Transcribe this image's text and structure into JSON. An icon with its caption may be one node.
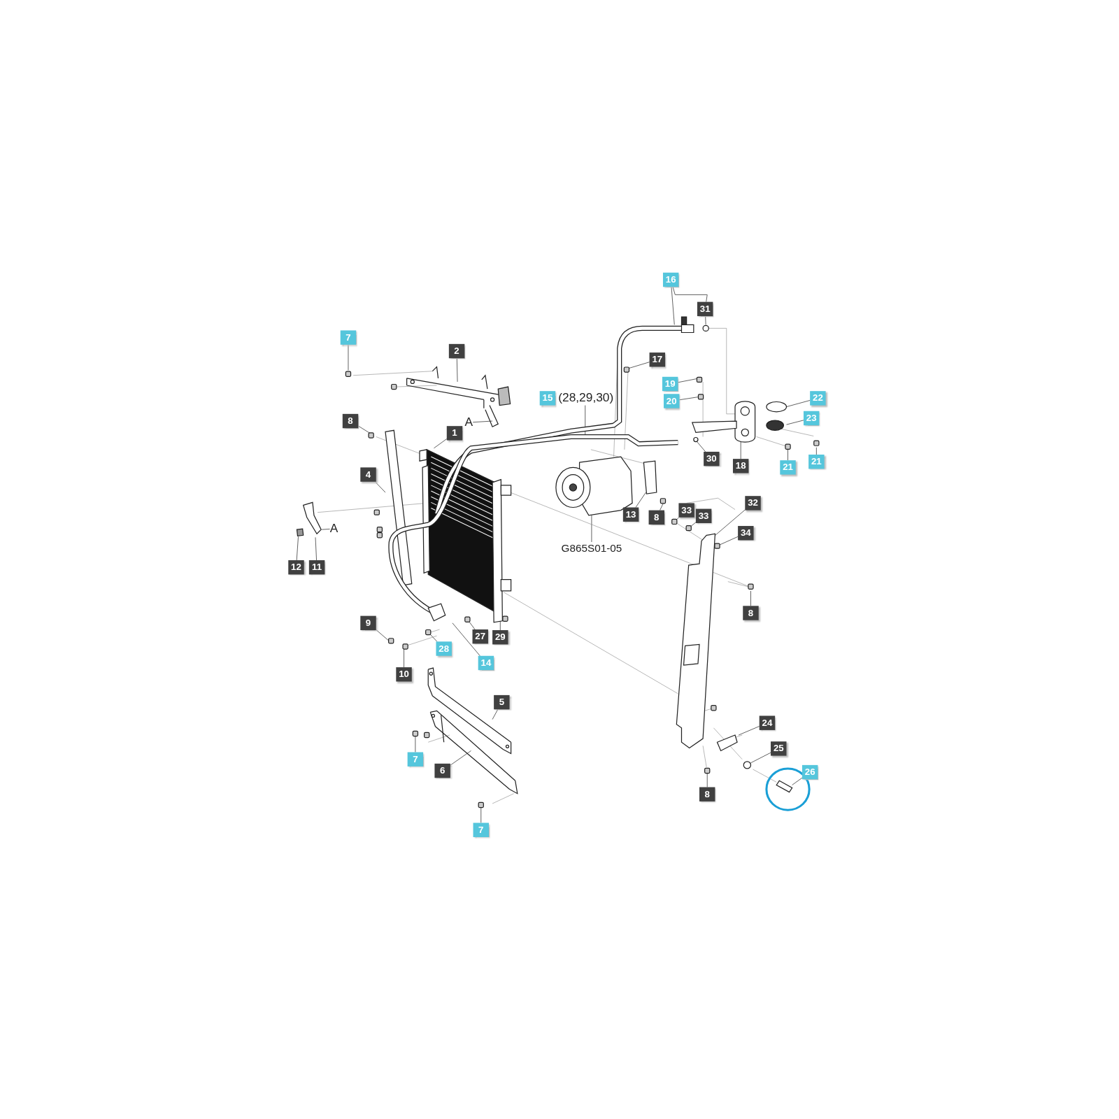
{
  "diagram": {
    "nodes": [
      {
        "text": [
          "16"
        ]
      },
      {
        "text": [
          "31"
        ]
      },
      {
        "text": [
          "7"
        ]
      },
      {
        "text": [
          "2"
        ]
      },
      {
        "text": [
          "17"
        ]
      },
      {
        "text": [
          "19"
        ]
      },
      {
        "text": [
          "15"
        ],
        "beside": [
          "(28,29,30)"
        ]
      },
      {
        "text": [
          "20"
        ]
      },
      {
        "text": [
          "22"
        ]
      },
      {
        "text": [
          "23"
        ]
      },
      {
        "text": [
          "8"
        ]
      },
      {
        "text": [
          "A"
        ]
      },
      {
        "text": [
          "1"
        ]
      },
      {
        "text": [
          "30"
        ]
      },
      {
        "text": [
          "18"
        ]
      },
      {
        "text": [
          "21"
        ]
      },
      {
        "text": [
          "21"
        ]
      },
      {
        "text": [
          "4"
        ]
      },
      {
        "text": [
          "32"
        ]
      },
      {
        "text": [
          "33"
        ]
      },
      {
        "text": [
          "33"
        ]
      },
      {
        "text": [
          "13"
        ]
      },
      {
        "text": [
          "8"
        ]
      },
      {
        "text": [
          "A"
        ]
      },
      {
        "text": [
          "34"
        ]
      },
      {
        "text": [
          "G865S01-05"
        ]
      },
      {
        "text": [
          "12"
        ]
      },
      {
        "text": [
          "11"
        ]
      },
      {
        "text": [
          "8"
        ]
      },
      {
        "text": [
          "9"
        ]
      },
      {
        "text": [
          "27"
        ]
      },
      {
        "text": [
          "29"
        ]
      },
      {
        "text": [
          "28"
        ]
      },
      {
        "text": [
          "14"
        ]
      },
      {
        "text": [
          "10"
        ]
      },
      {
        "text": [
          "5"
        ]
      },
      {
        "text": [
          "24"
        ]
      },
      {
        "text": [
          "25"
        ]
      },
      {
        "text": [
          "26"
        ]
      },
      {
        "text": [
          "7"
        ]
      },
      {
        "text": [
          "6"
        ]
      },
      {
        "text": [
          "8"
        ]
      },
      {
        "text": [
          "7"
        ]
      }
    ],
    "edges": [
      {
        "from": 0,
        "to": null,
        "arrow": "none"
      },
      {
        "from": 1,
        "to": null,
        "arrow": "none"
      },
      {
        "from": 2,
        "to": null,
        "arrow": "none"
      },
      {
        "from": 3,
        "to": null,
        "arrow": "none"
      },
      {
        "from": 4,
        "to": null,
        "arrow": "none"
      },
      {
        "from": 5,
        "to": null,
        "arrow": "none"
      },
      {
        "from": 6,
        "to": null,
        "arrow": "none"
      },
      {
        "from": 7,
        "to": null,
        "arrow": "none"
      },
      {
        "from": 8,
        "to": null,
        "arrow": "none"
      },
      {
        "from": 9,
        "to": null,
        "arrow": "none"
      },
      {
        "from": 10,
        "to": null,
        "arrow": "none"
      },
      {
        "from": 11,
        "to": null,
        "arrow": "none"
      },
      {
        "from": 12,
        "to": null,
        "arrow": "none"
      },
      {
        "from": 13,
        "to": null,
        "arrow": "none"
      },
      {
        "from": 14,
        "to": null,
        "arrow": "none"
      },
      {
        "from": 15,
        "to": null,
        "arrow": "none"
      },
      {
        "from": 16,
        "to": null,
        "arrow": "none"
      },
      {
        "from": 17,
        "to": null,
        "arrow": "none"
      },
      {
        "from": 18,
        "to": null,
        "arrow": "none"
      },
      {
        "from": 19,
        "to": null,
        "arrow": "none"
      },
      {
        "from": 20,
        "to": null,
        "arrow": "none"
      },
      {
        "from": 21,
        "to": null,
        "arrow": "none"
      },
      {
        "from": 22,
        "to": null,
        "arrow": "none"
      },
      {
        "from": 23,
        "to": null,
        "arrow": "none"
      },
      {
        "from": 24,
        "to": null,
        "arrow": "none"
      },
      {
        "from": 25,
        "to": null,
        "arrow": "none"
      },
      {
        "from": 26,
        "to": null,
        "arrow": "none"
      },
      {
        "from": 27,
        "to": null,
        "arrow": "none"
      },
      {
        "from": 28,
        "to": null,
        "arrow": "none"
      },
      {
        "from": 29,
        "to": null,
        "arrow": "none"
      },
      {
        "from": 30,
        "to": null,
        "arrow": "none"
      },
      {
        "from": 31,
        "to": null,
        "arrow": "none"
      },
      {
        "from": 32,
        "to": null,
        "arrow": "none"
      },
      {
        "from": 33,
        "to": null,
        "arrow": "none"
      },
      {
        "from": 34,
        "to": null,
        "arrow": "none"
      },
      {
        "from": 35,
        "to": null,
        "arrow": "none"
      },
      {
        "from": 36,
        "to": null,
        "arrow": "none"
      },
      {
        "from": 37,
        "to": null,
        "arrow": "none"
      },
      {
        "from": 38,
        "to": null,
        "arrow": "none"
      },
      {
        "from": 39,
        "to": null,
        "arrow": "none"
      },
      {
        "from": 40,
        "to": null,
        "arrow": "none"
      },
      {
        "from": 41,
        "to": null,
        "arrow": "none"
      },
      {
        "from": 42,
        "to": null,
        "arrow": "none"
      },
      {
        "from": 1,
        "to": 0,
        "arrow": "none"
      }
    ]
  }
}
